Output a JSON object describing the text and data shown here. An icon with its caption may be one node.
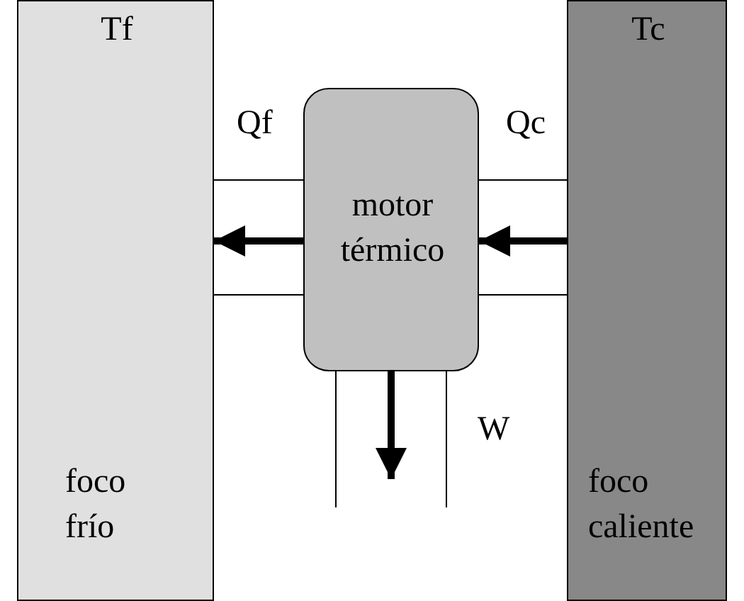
{
  "diagram": {
    "nodes": [
      {
        "text": [
          "Tf",
          "foco frío"
        ]
      },
      {
        "text": [
          "motor térmico"
        ]
      },
      {
        "text": [
          "Tc",
          "foco caliente"
        ]
      }
    ],
    "edges": [
      {
        "from": 2,
        "to": 1,
        "arrow": "to",
        "style": "thick"
      },
      {
        "from": 1,
        "to": 0,
        "arrow": "to",
        "style": "thick"
      },
      {
        "from": 1,
        "to": null,
        "arrow": "to",
        "style": "thick"
      },
      {
        "from": 0,
        "to": 1,
        "arrow": "none"
      },
      {
        "from": 0,
        "to": 1,
        "arrow": "none"
      },
      {
        "from": 1,
        "to": 2,
        "arrow": "none"
      },
      {
        "from": 1,
        "to": 2,
        "arrow": "none"
      }
    ],
    "labels": [
      "Qf",
      "Qc",
      "W"
    ]
  }
}
